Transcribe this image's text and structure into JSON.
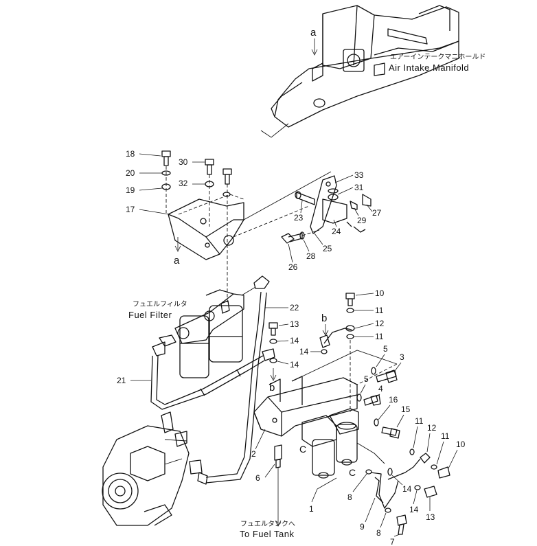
{
  "labels": {
    "air_intake_jp": "エアーインテークマニホールド",
    "air_intake_en": "Air Intake Manifold",
    "fuel_filter_jp": "フュエルフィルタ",
    "fuel_filter_en": "Fuel Filter",
    "fuel_tank_jp": "フュエルタンクへ",
    "fuel_tank_en": "To Fuel Tank"
  },
  "refs": {
    "a_top": "a",
    "a_bracket": "a",
    "b_upper": "b",
    "b_lower": "b",
    "c_left": "C",
    "c_right": "C"
  },
  "callouts": {
    "p18": "18",
    "p20": "20",
    "p19": "19",
    "p17": "17",
    "p30": "30",
    "p32": "32",
    "p33": "33",
    "p31": "31",
    "p27": "27",
    "p29": "29",
    "p23": "23",
    "p24": "24",
    "p25": "25",
    "p28": "28",
    "p26": "26",
    "p22": "22",
    "p21": "21",
    "p13a": "13",
    "p14a": "14",
    "p14b": "14",
    "p10a": "10",
    "p11a": "11",
    "p12a": "12",
    "p11b": "11",
    "p14c": "14",
    "p5a": "5",
    "p3": "3",
    "p5b": "5",
    "p4": "4",
    "p16": "16",
    "p15": "15",
    "p2": "2",
    "p6": "6",
    "p1": "1",
    "p11c": "11",
    "p12b": "12",
    "p11d": "11",
    "p10b": "10",
    "p8a": "8",
    "p14d": "14",
    "p14e": "14",
    "p13b": "13",
    "p9": "9",
    "p8b": "8",
    "p7": "7"
  }
}
